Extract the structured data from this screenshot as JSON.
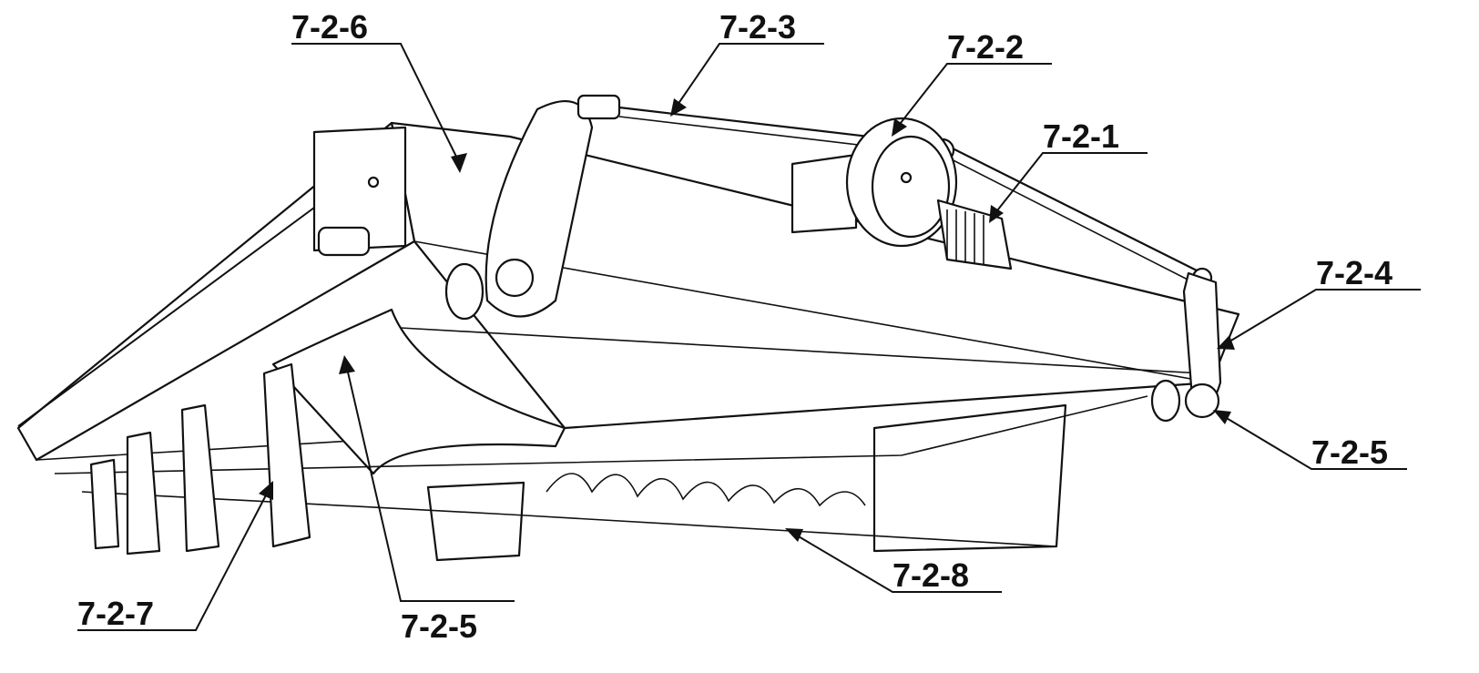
{
  "labels": {
    "l_7_2_6": "7-2-6",
    "l_7_2_3": "7-2-3",
    "l_7_2_2": "7-2-2",
    "l_7_2_1": "7-2-1",
    "l_7_2_4": "7-2-4",
    "l_7_2_5_right": "7-2-5",
    "l_7_2_8": "7-2-8",
    "l_7_2_5_bottom": "7-2-5",
    "l_7_2_7": "7-2-7"
  }
}
